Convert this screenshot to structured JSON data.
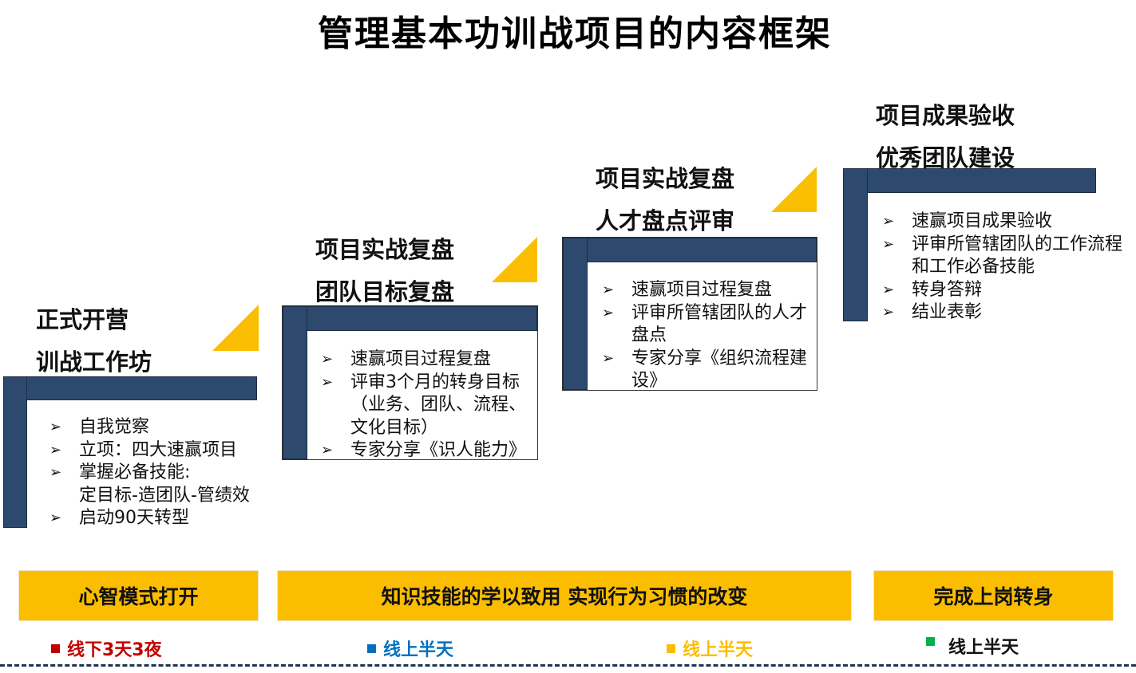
{
  "title": "管理基本功训战项目的内容框架",
  "stages": [
    {
      "title_lines": [
        "正式开营",
        "训战工作坊"
      ],
      "bullets": [
        "自我觉察",
        "立项：四大速赢项目",
        "掌握必备技能:\n定目标-造团队-管绩效",
        "启动90天转型"
      ]
    },
    {
      "title_lines": [
        "项目实战复盘",
        "团队目标复盘"
      ],
      "bullets": [
        "速赢项目过程复盘",
        "评审3个月的转身目标（业务、团队、流程、文化目标）",
        "专家分享《识人能力》"
      ]
    },
    {
      "title_lines": [
        "项目实战复盘",
        "人才盘点评审"
      ],
      "bullets": [
        "速赢项目过程复盘",
        "评审所管辖团队的人才盘点",
        "专家分享《组织流程建设》"
      ]
    },
    {
      "title_lines": [
        "项目成果验收",
        "优秀团队建设"
      ],
      "bullets": [
        "速赢项目成果验收",
        "评审所管辖团队的工作流程和工作必备技能",
        "转身答辩",
        "结业表彰"
      ]
    }
  ],
  "phases": [
    {
      "label": "心智模式打开"
    },
    {
      "label": "知识技能的学以致用 实现行为习惯的改变"
    },
    {
      "label": "完成上岗转身"
    }
  ],
  "modes": [
    {
      "label": "线下3天3夜",
      "color": "#c00000"
    },
    {
      "label": "线上半天",
      "color": "#0070c0"
    },
    {
      "label": "线上半天",
      "color": "#fbbd00"
    },
    {
      "label": "线上半天",
      "color": "#111111",
      "square_color": "#00b050"
    }
  ],
  "colors": {
    "accent": "#fbbd00",
    "navy": "#2d4a6e"
  }
}
